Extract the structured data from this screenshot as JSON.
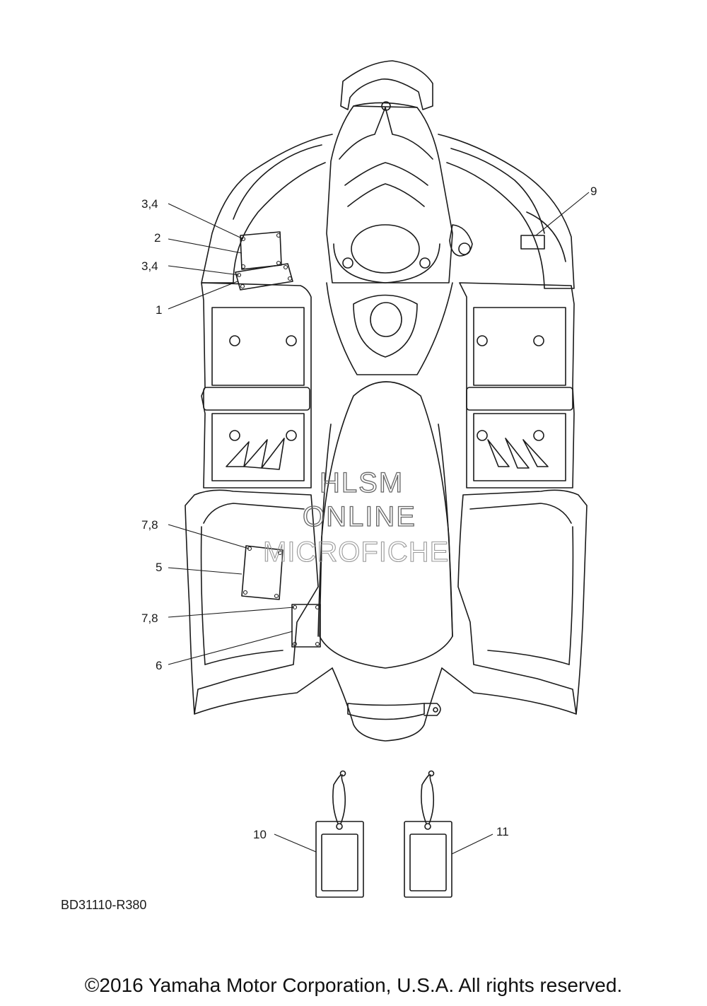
{
  "callouts": {
    "c34a": "3,4",
    "c2": "2",
    "c34b": "3,4",
    "c1": "1",
    "c9": "9",
    "c78a": "7,8",
    "c5": "5",
    "c78b": "7,8",
    "c6": "6",
    "c10": "10",
    "c11": "11"
  },
  "watermark": {
    "line1": "HLSM",
    "line2": "ONLINE",
    "line3": "MICROFICHE"
  },
  "diagram_code": "BD31110-R380",
  "copyright": "©2016 Yamaha Motor Corporation, U.S.A. All rights reserved."
}
